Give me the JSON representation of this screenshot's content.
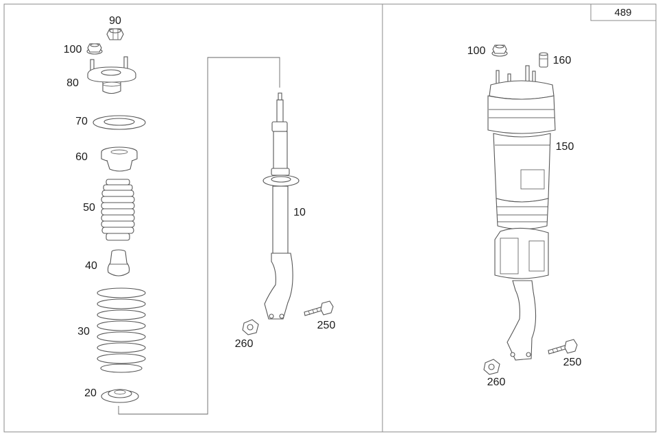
{
  "sheet_number": "489",
  "labels": {
    "p90": "90",
    "p100_left": "100",
    "p80": "80",
    "p70": "70",
    "p60": "60",
    "p50": "50",
    "p40": "40",
    "p30": "30",
    "p20": "20",
    "p10": "10",
    "p260_mid": "260",
    "p250_mid": "250",
    "p100_right": "100",
    "p160": "160",
    "p150": "150",
    "p250_right": "250",
    "p260_right": "260"
  },
  "colors": {
    "line": "#555555",
    "frame": "#8a8a8a",
    "text": "#1a1a1a"
  }
}
